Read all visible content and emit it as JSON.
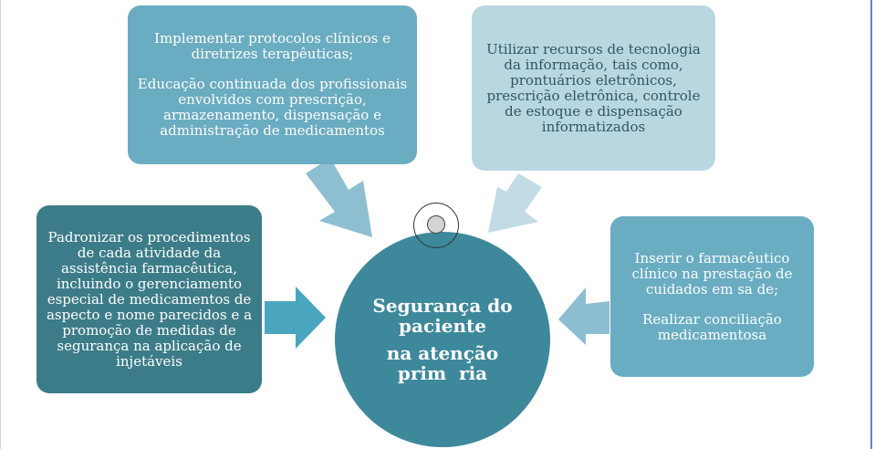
{
  "center": {
    "lines": [
      "Segurança do",
      "paciente",
      "na atenção",
      "prim  ria"
    ]
  },
  "boxes": {
    "top_left": {
      "p1": "Implementar protocolos clínicos e diretrizes terapêuticas;",
      "p2": "Educação continuada dos profissionais envolvidos com prescrição, armazenamento, dispensação e administração de medicamentos"
    },
    "top_right": {
      "p1": "Utilizar recursos de tecnologia da informação, tais como, prontuários eletrônicos, prescrição eletrônica, controle de estoque e dispensação informatizados"
    },
    "left": {
      "p1": "Padronizar os procedimentos de cada atividade da assistência farmacêutica, incluindo o gerenciamento especial de medicamentos de aspecto e nome parecidos e a promoção de medidas de segurança na aplicação de injetáveis"
    },
    "right": {
      "p1": "Inserir o farmacêutico clínico na prestação de cuidados em sa   de;",
      "p2": "Realizar conciliação medicamentosa"
    }
  },
  "colors": {
    "circle": "#3e889b",
    "left_box": "#3c7c88",
    "top_left_box": "#6aacc1",
    "top_right_box": "#b9d7e1",
    "right_box": "#6aadc3"
  }
}
